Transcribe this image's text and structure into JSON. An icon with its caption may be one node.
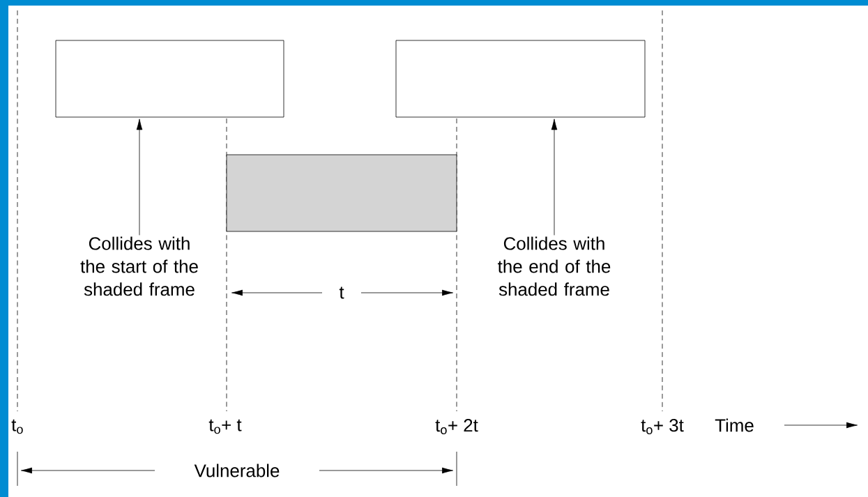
{
  "diagram": {
    "nodes": [
      {
        "text": [],
        "shape": "box"
      },
      {
        "text": [],
        "shape": "box"
      },
      {
        "text": [],
        "shape": "box"
      },
      {
        "text": [
          "Collides with the start of the shaded frame"
        ]
      },
      {
        "text": [
          "Collides with the end of the shaded frame"
        ]
      }
    ],
    "edges": [
      {
        "from": 3,
        "to": 0,
        "arrow": "to"
      },
      {
        "from": 4,
        "to": 1,
        "arrow": "to"
      }
    ],
    "labels": [
      "t",
      "t$_{o}$",
      "t$_{o}$+ t",
      "t$_{o}$+ 2t",
      "t$_{o}$+ 3t",
      "Time",
      "Vulnerable"
    ]
  }
}
